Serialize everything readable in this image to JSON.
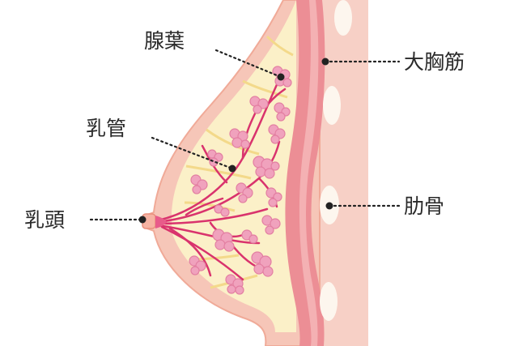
{
  "labels": {
    "glandular_lobes": "腺葉",
    "milk_duct": "乳管",
    "nipple": "乳頭",
    "pectoralis_major": "大胸筋",
    "rib": "肋骨"
  },
  "colors": {
    "skin": "#f6c6b8",
    "skin_edge": "#f0aa98",
    "fat": "#fbf0c8",
    "fat_lines": "#f3d98a",
    "muscle": "#ec8e95",
    "muscle_light": "#f4b1b3",
    "back_tissue": "#f7d0c6",
    "rib": "#fdf6ee",
    "lobule": "#f0a2bd",
    "lobule_edge": "#e37fa2",
    "duct": "#d9336d",
    "leader": "#222222"
  }
}
